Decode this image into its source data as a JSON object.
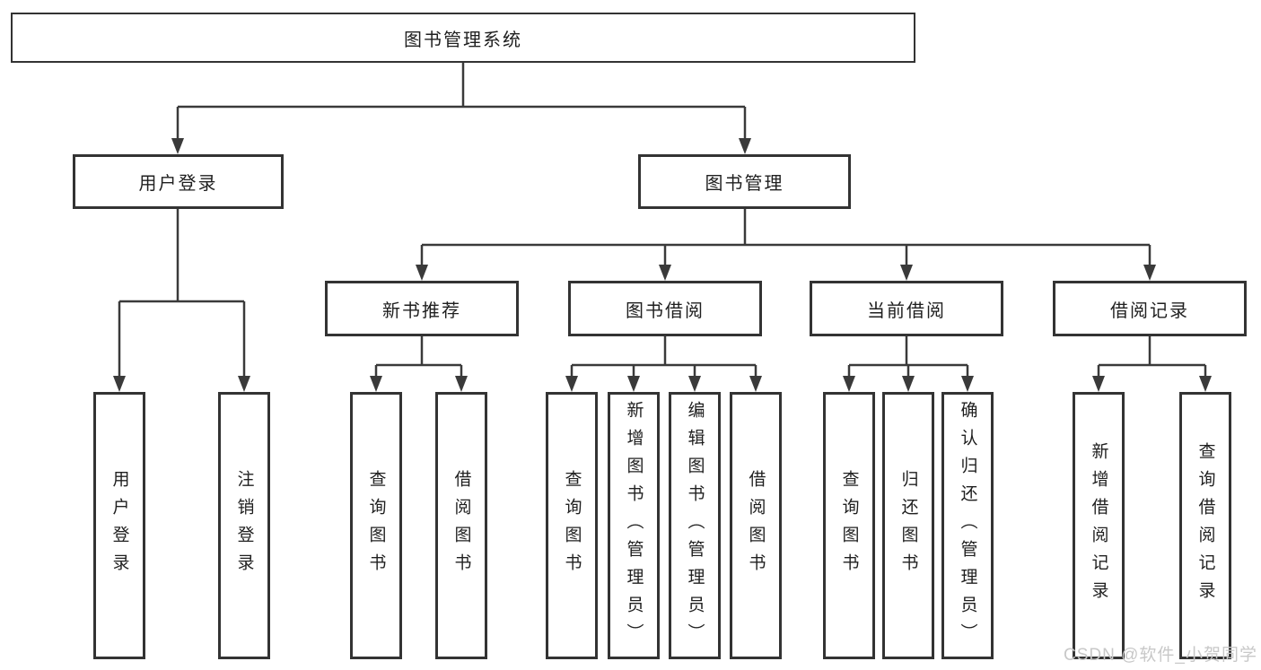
{
  "diagram": {
    "root": {
      "label": "图书管理系统"
    },
    "level2": [
      {
        "label": "用户登录"
      },
      {
        "label": "图书管理"
      }
    ],
    "level3": [
      {
        "label": "新书推荐"
      },
      {
        "label": "图书借阅"
      },
      {
        "label": "当前借阅"
      },
      {
        "label": "借阅记录"
      }
    ],
    "leaves": {
      "login": [
        {
          "label": "用户登录"
        },
        {
          "label": "注销登录"
        }
      ],
      "recommend": [
        {
          "label": "查询图书"
        },
        {
          "label": "借阅图书"
        }
      ],
      "borrow": [
        {
          "label": "查询图书"
        },
        {
          "label": "新增图书（管理员）"
        },
        {
          "label": "编辑图书（管理员）"
        },
        {
          "label": "借阅图书"
        }
      ],
      "current": [
        {
          "label": "查询图书"
        },
        {
          "label": "归还图书"
        },
        {
          "label": "确认归还（管理员）"
        }
      ],
      "records": [
        {
          "label": "新增借阅记录"
        },
        {
          "label": "查询借阅记录"
        }
      ]
    }
  },
  "watermark": {
    "text": "CSDN @软件_小贺同学"
  },
  "colors": {
    "line": "#3a3a3a",
    "box_border": "#333333",
    "text": "#1f1f1f",
    "background": "#ffffff",
    "watermark": "#c8c8c8"
  }
}
